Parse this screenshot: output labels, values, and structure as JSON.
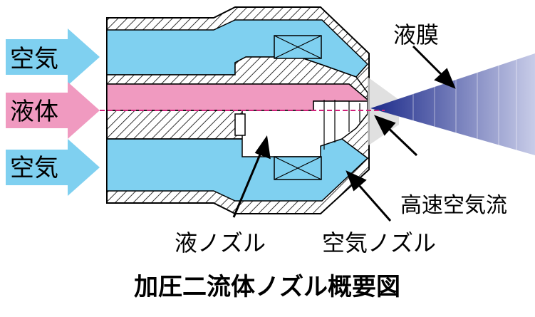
{
  "inputs": {
    "air_top": "空気",
    "liquid": "液体",
    "air_bottom": "空気"
  },
  "labels": {
    "liquid_film": "液膜",
    "high_speed_air": "高速空気流",
    "liquid_nozzle": "液ノズル",
    "air_nozzle": "空気ノズル"
  },
  "caption": "加圧二流体ノズル概要図",
  "colors": {
    "air": "#7fd0f0",
    "liquid": "#f09ac0",
    "spray_dark": "#1c2a8a",
    "spray_light": "#c8cce8",
    "centerline": "#d0207a",
    "hatch": "#000000"
  }
}
